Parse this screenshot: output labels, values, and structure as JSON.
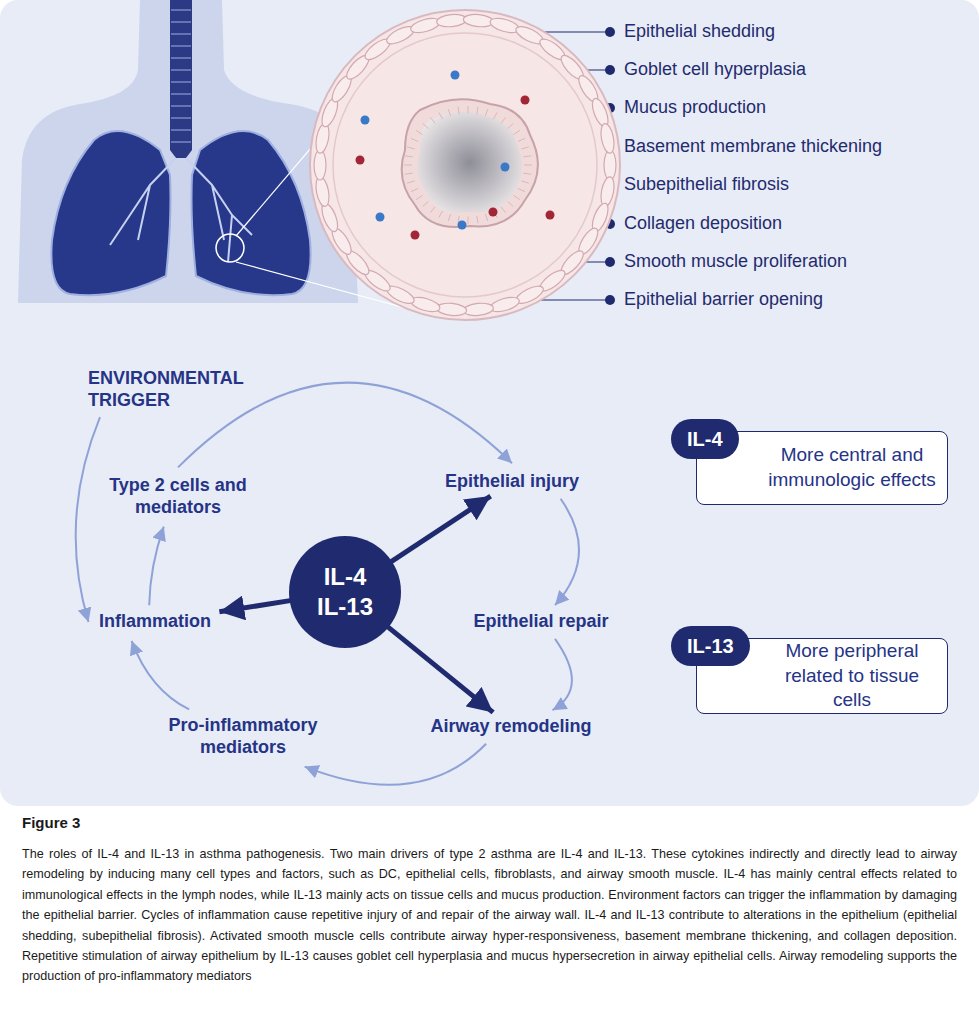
{
  "diagram": {
    "title": "Figure 3",
    "caption": "The roles of IL-4 and IL-13 in asthma pathogenesis. Two main drivers of type 2 asthma are IL-4 and IL-13. These cytokines indirectly and directly lead to airway remodeling by inducing many cell types and factors, such as DC, epithelial cells, fibroblasts, and airway smooth muscle. IL-4 has mainly central effects related to immunological effects in the lymph nodes, while IL-13 mainly acts on tissue cells and mucus production. Environment factors can trigger the inflammation by damaging the epithelial barrier. Cycles of inflammation cause repetitive injury of and repair of the airway wall. IL-4 and IL-13 contribute to alterations in the epithelium (epithelial shedding, subepithelial fibrosis). Activated smooth muscle cells contribute airway hyper-responsiveness, basement membrane thickening, and collagen deposition. Repetitive stimulation of airway epithelium by IL-13 causes goblet cell hyperplasia and mucus hypersecretion in airway epithelial cells. Airway remodeling supports the production of pro-inflammatory mediators",
    "nodes": [
      {
        "text": [
          "ENVIRONMENTAL TRIGGER"
        ]
      },
      {
        "text": [
          "Type 2 cells and mediators"
        ]
      },
      {
        "text": [
          "Epithelial injury"
        ]
      },
      {
        "text": [
          "IL-4 IL-13"
        ]
      },
      {
        "text": [
          "Inflammation"
        ]
      },
      {
        "text": [
          "Epithelial repair"
        ]
      },
      {
        "text": [
          "Pro-inflammatory mediators"
        ]
      },
      {
        "text": [
          "Airway remodeling"
        ]
      },
      {
        "text": [
          "IL-4",
          "More central and immunologic effects"
        ]
      },
      {
        "text": [
          "IL-13",
          "More peripheral related to tissue cells"
        ]
      }
    ],
    "edges": [
      {
        "from": 0,
        "to": 4,
        "arrow": "to"
      },
      {
        "from": 4,
        "to": 1,
        "arrow": "to"
      },
      {
        "from": 1,
        "to": 2,
        "arrow": "to"
      },
      {
        "from": 2,
        "to": 5,
        "arrow": "to"
      },
      {
        "from": 5,
        "to": 7,
        "arrow": "to"
      },
      {
        "from": 7,
        "to": 6,
        "arrow": "to"
      },
      {
        "from": 6,
        "to": 4,
        "arrow": "to"
      },
      {
        "from": 3,
        "to": 2,
        "arrow": "to"
      },
      {
        "from": 3,
        "to": 4,
        "arrow": "to"
      },
      {
        "from": 3,
        "to": 7,
        "arrow": "to"
      }
    ],
    "labels": [
      "Epithelial shedding",
      "Goblet cell hyperplasia",
      "Mucus production",
      "Basement membrane thickening",
      "Subepithelial fibrosis",
      "Collagen deposition",
      "Smooth muscle proliferation",
      "Epithelial barrier opening"
    ]
  }
}
